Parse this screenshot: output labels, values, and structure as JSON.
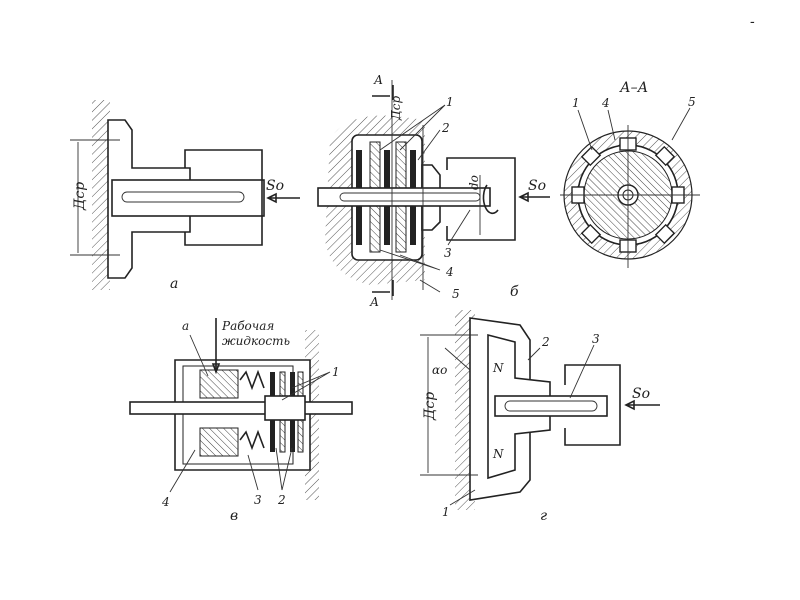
{
  "mark": "-",
  "fig_a": {
    "label": "а",
    "dsr": "Дср",
    "force": "Sо"
  },
  "fig_b": {
    "label": "б",
    "section_top": "А",
    "section_bottom": "А",
    "dsr": "Дср",
    "d0": "dо",
    "force": "Sо",
    "callouts": [
      "1",
      "2",
      "3",
      "4",
      "5"
    ]
  },
  "fig_aa": {
    "title": "А–А",
    "callouts": [
      "1",
      "4",
      "5"
    ]
  },
  "fig_v": {
    "label": "в",
    "port": "а",
    "fluid_line1": "Рабочая",
    "fluid_line2": "жидкость",
    "callouts": [
      "1",
      "4",
      "3",
      "2"
    ]
  },
  "fig_g": {
    "label": "г",
    "dsr": "Дср",
    "alpha": "αо",
    "n_top": "N",
    "n_bottom": "N",
    "force": "Sо",
    "callouts": [
      "2",
      "3",
      "1"
    ]
  }
}
